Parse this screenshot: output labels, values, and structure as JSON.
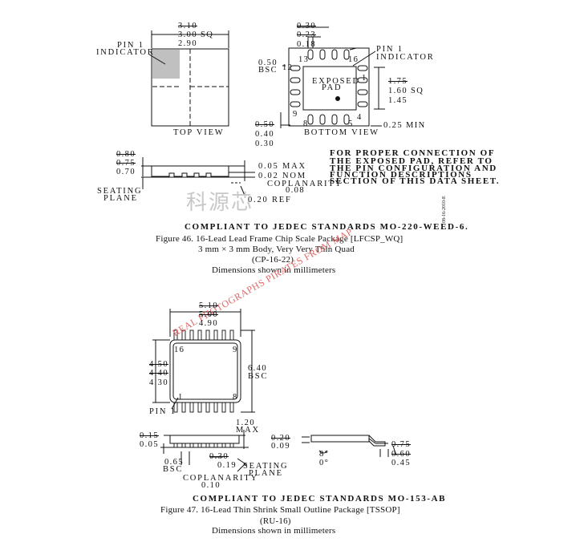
{
  "fig46": {
    "top_view": {
      "pin1_indicator": [
        "PIN 1",
        "INDICATOR"
      ],
      "dims": [
        "3.10",
        "3.00 SQ",
        "2.90"
      ],
      "view_label": "TOP VIEW"
    },
    "bottom_view": {
      "dims_top": [
        "0.30",
        "0.23",
        "0.18"
      ],
      "pin1_indicator": [
        "PIN 1",
        "INDICATOR"
      ],
      "pitch": [
        "0.50",
        "BSC"
      ],
      "pad_label": [
        "EXPOSED",
        "PAD"
      ],
      "pad_dims": [
        "1.75",
        "1.60 SQ",
        "1.45"
      ],
      "pin_numbers": [
        "13",
        "16",
        "12",
        "1",
        "9",
        "4",
        "8",
        "5"
      ],
      "lead_length": [
        "0.50",
        "0.40",
        "0.30"
      ],
      "min_label": "0.25 MIN",
      "view_label": "BOTTOM VIEW"
    },
    "side_view": {
      "height_dims": [
        "0.80",
        "0.75",
        "0.70"
      ],
      "seating_plane": [
        "SEATING",
        "PLANE"
      ],
      "standoff": [
        "0.05 MAX",
        "0.02 NOM"
      ],
      "coplanarity": [
        "COPLANARITY",
        "0.08"
      ],
      "ref": "0.20 REF"
    },
    "note": [
      "FOR PROPER CONNECTION OF",
      "THE EXPOSED PAD, REFER TO",
      "THE PIN CONFIGURATION AND",
      "FUNCTION DESCRIPTIONS",
      "SECTION OF THIS DATA SHEET."
    ],
    "doc_id": "08-16-2010-E",
    "compliance": "COMPLIANT TO JEDEC STANDARDS MO-220-WEED-6.",
    "caption": [
      "Figure 46. 16-Lead Lead Frame Chip Scale Package [LFCSP_WQ]",
      "3 mm × 3 mm Body, Very Very Thin Quad",
      "(CP-16-22)",
      "Dimensions shown in millimeters"
    ]
  },
  "fig47": {
    "top": {
      "length_dims": [
        "5.10",
        "5.00",
        "4.90"
      ],
      "pin_numbers": [
        "16",
        "9",
        "1",
        "8"
      ],
      "width_dims": [
        "4.50",
        "4.40",
        "4.30"
      ],
      "overall_width": [
        "6.40",
        "BSC"
      ],
      "pin1_label": "PIN 1"
    },
    "side": {
      "standoff": [
        "0.15",
        "0.05"
      ],
      "max_height": [
        "1.20",
        "MAX"
      ],
      "pitch": [
        "0.65",
        "BSC"
      ],
      "lead_width": [
        "0.30",
        "0.19"
      ],
      "coplanarity": [
        "COPLANARITY",
        "0.10"
      ],
      "seating_plane": [
        "SEATING",
        "PLANE"
      ],
      "lead_thickness": [
        "0.20",
        "0.09"
      ],
      "angles": [
        "8°",
        "0°"
      ],
      "foot_length": [
        "0.75",
        "0.60",
        "0.45"
      ]
    },
    "compliance": "COMPLIANT TO JEDEC STANDARDS MO-153-AB",
    "caption": [
      "Figure 47. 16-Lead Thin Shrink Small Outline Package [TSSOP]",
      "(RU-16)",
      "Dimensions shown in millimeters"
    ]
  },
  "watermarks": {
    "cn": "科源芯",
    "red": "REAL PHOTOGRAPHS PIRATES FROM MAP"
  }
}
